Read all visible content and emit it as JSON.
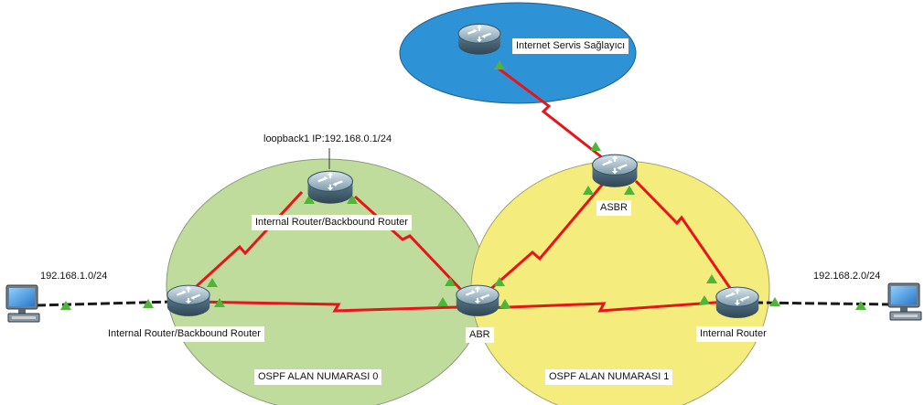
{
  "labels": {
    "isp": "Internet Servis Sağlayıcı",
    "loopback": "loopback1 IP:192.168.0.1/24",
    "backbone_top": "Internal Router/Backbound Router",
    "backbone_left": "Internal Router/Backbound Router",
    "abr": "ABR",
    "asbr": "ASBR",
    "internal_right": "Internal Router",
    "net_left": "192.168.1.0/24",
    "net_right": "192.168.2.0/24",
    "area0": "OSPF ALAN NUMARASI 0",
    "area1": "OSPF ALAN NUMARASI 1"
  },
  "colors": {
    "area0": "#bfdc9c",
    "area1": "#f4ec7c",
    "isp_area": "#2e93d6",
    "link": "#e8141c",
    "ethernet": "#1a1a1a",
    "port_indicator": "#4fb538"
  },
  "icons": {
    "router": "router-icon",
    "pc": "pc-icon"
  }
}
